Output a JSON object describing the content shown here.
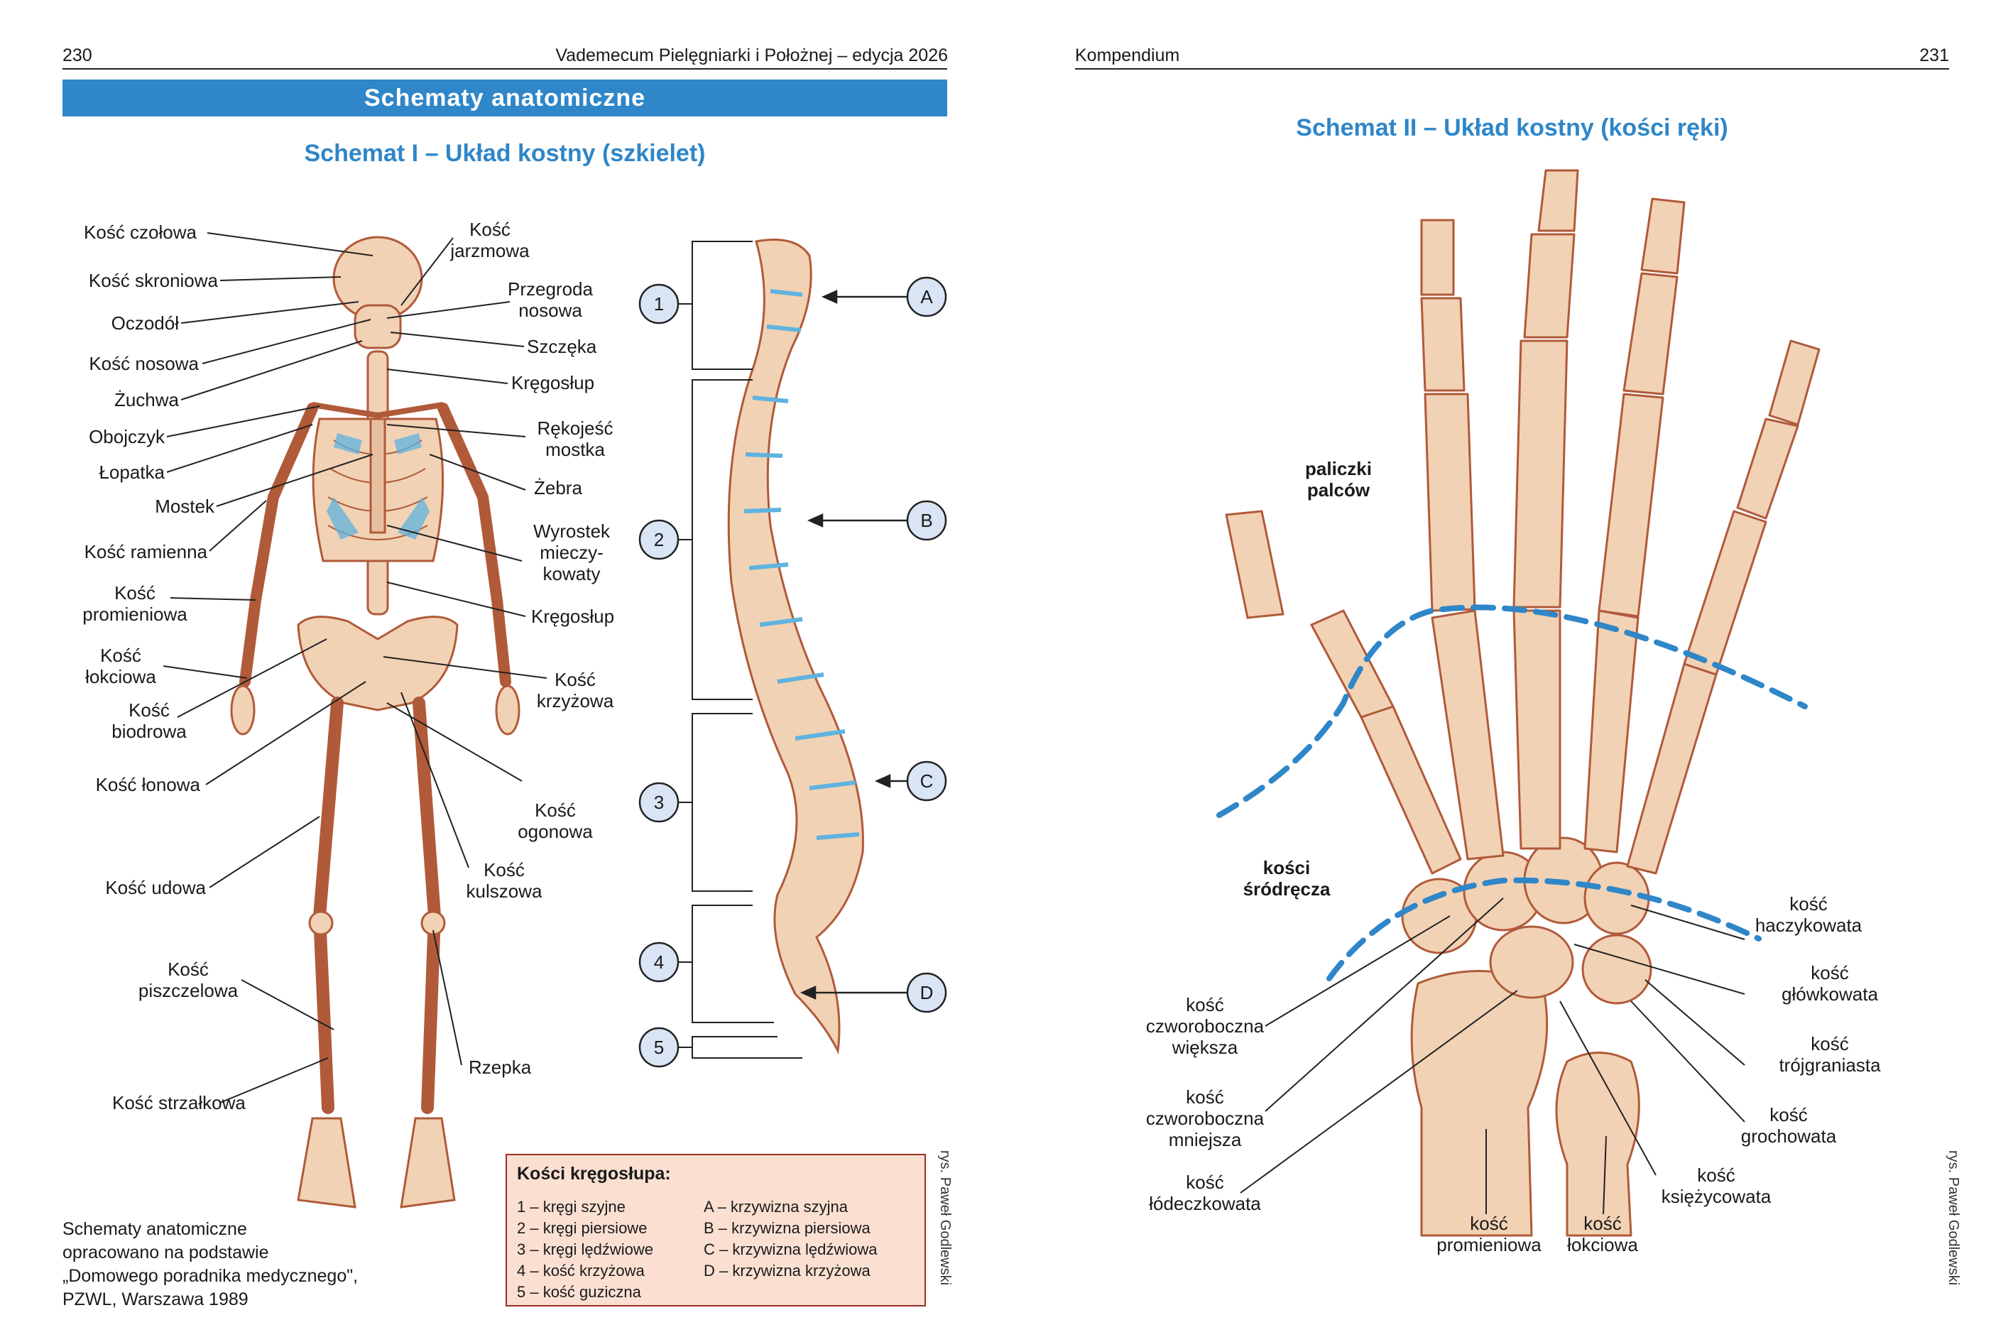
{
  "left_page": {
    "page_number": "230",
    "running_title": "Vademecum Pielęgniarki i Położnej – edycja 2026",
    "section_title": "Schematy anatomiczne",
    "schema_title": "Schemat I – Układ kostny (szkielet)",
    "skeleton_labels_left": [
      "Kość czołowa",
      "Kość skroniowa",
      "Oczodół",
      "Kość nosowa",
      "Żuchwa",
      "Obojczyk",
      "Łopatka",
      "Mostek",
      "Kość ramienna",
      "Kość\npromieniowa",
      "Kość\nłokciowa",
      "Kość\nbiodrowa",
      "Kość łonowa",
      "Kość udowa",
      "Kość\npiszczelowa",
      "Kość strzałkowa"
    ],
    "skeleton_labels_right": [
      "Kość\njarzmowa",
      "Przegroda\nnosowa",
      "Szczęka",
      "Kręgosłup",
      "Rękojeść\nmostka",
      "Żebra",
      "Wyrostek\nmieczy-\nkowaty",
      "Kręgosłup",
      "Kość\nkrzyżowa",
      "Kość\nogonowa",
      "Kość\nkulszowa",
      "Rzepka"
    ],
    "spine_region_numbers": [
      "1",
      "2",
      "3",
      "4",
      "5"
    ],
    "spine_curve_letters": [
      "A",
      "B",
      "C",
      "D"
    ],
    "legend": {
      "title": "Kości kręgosłupa:",
      "left_items": [
        "1 – kręgi szyjne",
        "2 – kręgi piersiowe",
        "3 – kręgi lędźwiowe",
        "4 – kość krzyżowa",
        "5 – kość guziczna"
      ],
      "right_items": [
        "A – krzywizna szyjna",
        "B – krzywizna piersiowa",
        "C – krzywizna lędźwiowa",
        "D – krzywizna krzyżowa"
      ]
    },
    "source_note": [
      "Schematy anatomiczne",
      "opracowano na podstawie",
      "„Domowego poradnika medycznego\",",
      "PZWL, Warszawa 1989"
    ],
    "credit": "rys. Paweł Godlewski"
  },
  "right_page": {
    "page_number": "231",
    "running_title": "Kompendium",
    "schema_title": "Schemat II – Układ kostny (kości ręki)",
    "region_labels": [
      "paliczki\npalców",
      "kości\nśródręcza"
    ],
    "bone_labels_left": [
      "kość\nczworoboczna\nwiększa",
      "kość\nczworoboczna\nmniejsza",
      "kość\nłódeczkowata"
    ],
    "bone_labels_bottom": [
      "kość\npromieniowa",
      "kość\nłokciowa"
    ],
    "bone_labels_right": [
      "kość\nhaczykowata",
      "kość\ngłówkowata",
      "kość\ntrójgraniasta",
      "kość\ngrochowata",
      "kość\nksiężycowata"
    ],
    "credit": "rys. Paweł Godlewski"
  },
  "colors": {
    "accent_blue": "#2f86c8",
    "legend_bg": "#fbe0d2",
    "legend_border": "#9a2f23",
    "bone_fill": "#f2d2b4",
    "bone_stroke": "#b05a3a",
    "cartilage_blue": "#5fb3df",
    "marker_fill": "#d9e4f5"
  }
}
